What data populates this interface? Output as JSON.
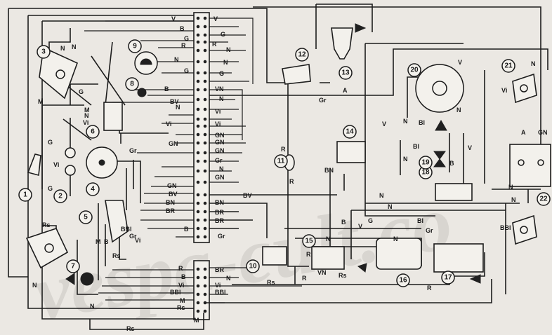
{
  "watermark": "vespa-cult.co",
  "numbers": [
    "1",
    "2",
    "3",
    "4",
    "5",
    "6",
    "7",
    "8",
    "9",
    "10",
    "11",
    "12",
    "13",
    "14",
    "15",
    "16",
    "17",
    "18",
    "19",
    "20",
    "21",
    "22"
  ],
  "wire_labels": {
    "V": "V",
    "B": "B",
    "G": "G",
    "R": "R",
    "N": "N",
    "A": "A",
    "M": "M",
    "Vi": "Vi",
    "VN": "VN",
    "BV": "BV",
    "GN": "GN",
    "Gr": "Gr",
    "BN": "BN",
    "BR": "BR",
    "Rs": "Rs",
    "BBl": "BBl",
    "Bl": "Bl"
  }
}
